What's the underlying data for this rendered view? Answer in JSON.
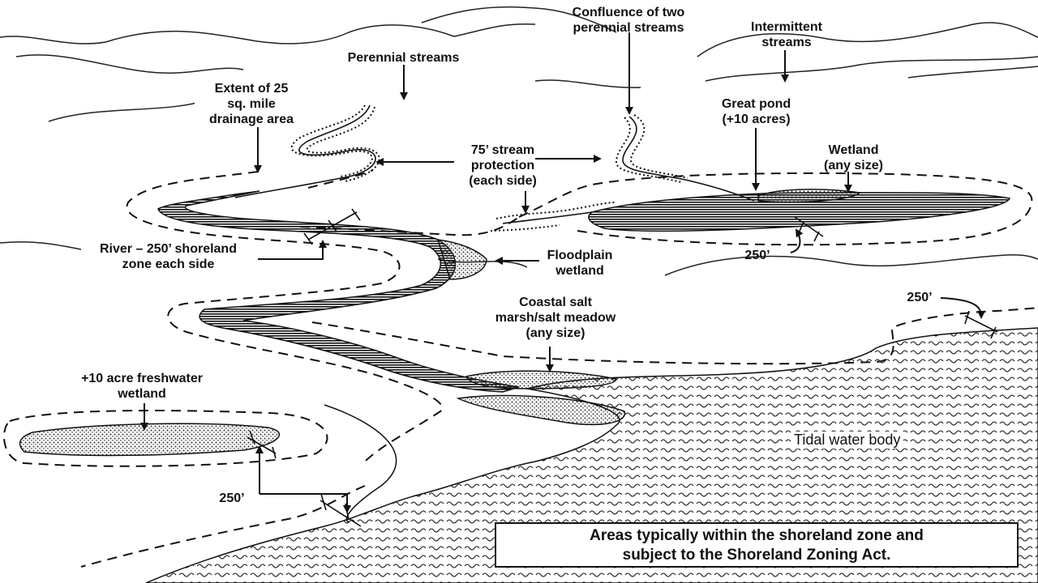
{
  "labels": {
    "confluence": "Confluence of two\nperennial streams",
    "intermittent": "Intermittent\nstreams",
    "perennial": "Perennial streams",
    "extent": "Extent of 25\nsq. mile\ndrainage area",
    "great_pond": "Great pond\n(+10 acres)",
    "stream_protection": "75’ stream\nprotection\n(each side)",
    "wetland_any": "Wetland\n(any size)",
    "river": "River – 250’ shoreland\nzone each side",
    "floodplain": "Floodplain\nwetland",
    "dist_250_pond": "250’",
    "dist_250_coast": "250’",
    "dist_250_bottom": "250’",
    "coastal_marsh": "Coastal salt\nmarsh/salt meadow\n(any size)",
    "freshwater_wetland": "+10 acre freshwater\nwetland",
    "tidal": "Tidal water body"
  },
  "caption": "Areas typically within the shoreland zone and\nsubject to the Shoreland Zoning Act."
}
